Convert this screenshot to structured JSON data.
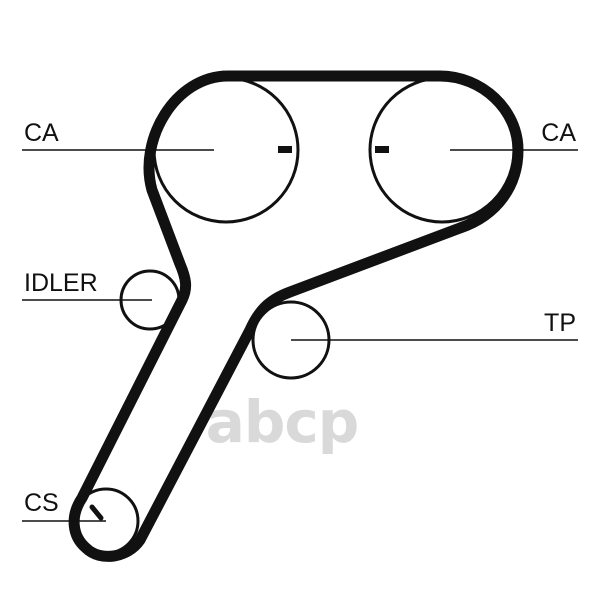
{
  "labels": {
    "ca_left": "CA",
    "ca_right": "CA",
    "idler": "IDLER",
    "tp": "TP",
    "cs": "CS"
  },
  "watermark": {
    "text": "abcp"
  },
  "colors": {
    "ink": "#111111",
    "watermark": "#d9d9d9",
    "background": "#ffffff"
  }
}
